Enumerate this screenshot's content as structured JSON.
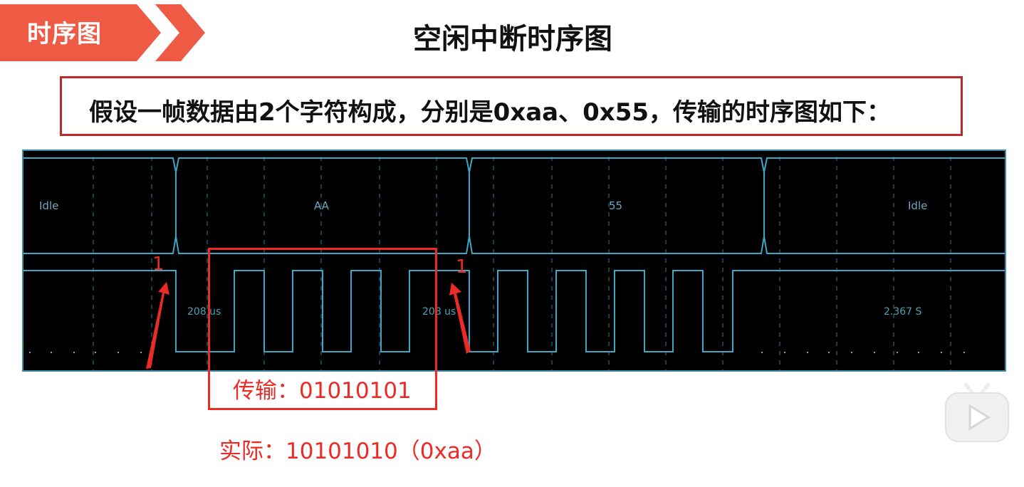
{
  "slide": {
    "section_tag": "时序图",
    "title": "空闲中断时序图",
    "note": "假设一帧数据由2个字符构成，分别是0xaa、0x55，传输的时序图如下："
  },
  "analyzer": {
    "decoded_labels": [
      "Idle",
      "AA",
      "55",
      "Idle"
    ],
    "timings": [
      "208 us",
      "208 us",
      "2.367 S"
    ],
    "trace_color": "#3aa7c4",
    "background": "#000000"
  },
  "annotations": {
    "marker_1": "1",
    "marker_2": "1",
    "transmit_text": "传输：01010101",
    "actual_text": "实际：10101010（0xaa）",
    "accent_color": "#ec2b26"
  },
  "icons": {
    "section_arrow": "chevron-right-icon",
    "player": "play-icon"
  }
}
